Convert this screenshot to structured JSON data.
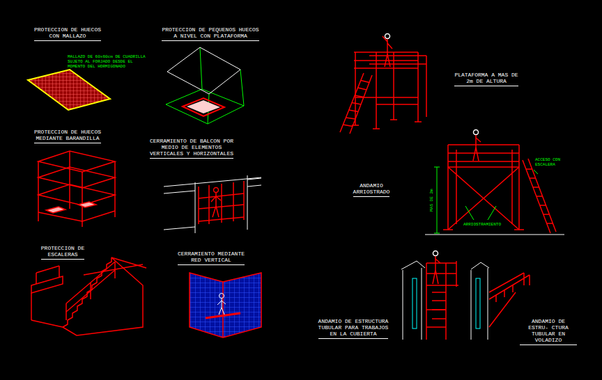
{
  "diagram": {
    "labels": [
      "PROTECCION DE HUECOS CON MALLAZO",
      "PROTECCION DE PEQUENOS HUECOS A NIVEL CON PLATAFORMA",
      "MALLAZO DE 60x60cm DE CUADRILLA SUJETO AL FORJADO DESDE EL MOMENTO DEL HORMIGONADO",
      "PLATAFORMA A MAS DE 2m DE ALTURA",
      "PROTECCION DE HUECOS MEDIANTE BARANDILLA",
      "CERRAMIENTO DE BALCON POR MEDIO DE ELEMENTOS VERTICALES Y HORIZONTALES",
      "ACCESO CON ESCALERA",
      "ANDAMIO ARRIOSTRADO",
      "MAS DE 2m",
      "ARRIOSTRAMIENTO",
      "PROTECCION DE ESCALERAS",
      "CERRAMIENTO MEDIANTE RED VERTICAL",
      "ANDAMIO DE ESTRUCTURA TUBULAR PARA TRABAJOS EN LA CUBIERTA",
      "ANDAMIO DE ESTRU- CTURA TUBULAR EN VOLADIZO"
    ]
  }
}
